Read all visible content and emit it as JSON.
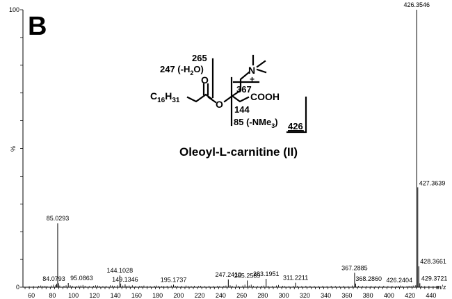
{
  "chart_data": {
    "type": "bar",
    "panel_label": "B",
    "xlabel": "m/z",
    "ylabel": "%",
    "xlim": [
      52,
      448
    ],
    "ylim": [
      0,
      100
    ],
    "x_ticks": [
      60,
      80,
      100,
      120,
      140,
      160,
      180,
      200,
      220,
      240,
      260,
      280,
      300,
      320,
      340,
      360,
      380,
      400,
      420,
      440
    ],
    "y_ticks": [
      0,
      100
    ],
    "peaks": [
      {
        "mz": 426.3546,
        "value": 100,
        "label": "426.3546"
      },
      {
        "mz": 427.3639,
        "value": 36,
        "label": "427.3639"
      },
      {
        "mz": 85.0293,
        "value": 23,
        "label": "85.0293"
      },
      {
        "mz": 367.2885,
        "value": 5.2,
        "label": "367.2885"
      },
      {
        "mz": 428.3661,
        "value": 7.5,
        "label": "428.3661"
      },
      {
        "mz": 144.1028,
        "value": 4.2,
        "label": "144.1028"
      },
      {
        "mz": 247.241,
        "value": 2.8,
        "label": "247.2410"
      },
      {
        "mz": 283.1951,
        "value": 3.0,
        "label": "283.1951"
      },
      {
        "mz": 265.2589,
        "value": 2.4,
        "label": "265.2589"
      },
      {
        "mz": 95.0863,
        "value": 1.5,
        "label": "95.0863"
      },
      {
        "mz": 84.0793,
        "value": 1.2,
        "label": "84.0793"
      },
      {
        "mz": 311.2211,
        "value": 1.6,
        "label": "311.2211"
      },
      {
        "mz": 368.286,
        "value": 1.3,
        "label": "368.2860"
      },
      {
        "mz": 149.1346,
        "value": 1.0,
        "label": "149.1346"
      },
      {
        "mz": 195.1737,
        "value": 0.9,
        "label": "195.1737"
      },
      {
        "mz": 426.2404,
        "value": 0.8,
        "label": "426.2404"
      },
      {
        "mz": 429.3721,
        "value": 1.4,
        "label": "429.3721"
      }
    ],
    "minor_peaks": [
      [
        58,
        0.3
      ],
      [
        62,
        0.4
      ],
      [
        67,
        0.5
      ],
      [
        69,
        0.6
      ],
      [
        71,
        0.4
      ],
      [
        73,
        0.5
      ],
      [
        75,
        0.4
      ],
      [
        79,
        0.6
      ],
      [
        81,
        0.9
      ],
      [
        83,
        0.8
      ],
      [
        86,
        1.4
      ],
      [
        87,
        0.6
      ],
      [
        91,
        0.5
      ],
      [
        93,
        0.7
      ],
      [
        97,
        0.7
      ],
      [
        99,
        0.5
      ],
      [
        103,
        0.4
      ],
      [
        105,
        0.6
      ],
      [
        107,
        0.6
      ],
      [
        109,
        0.8
      ],
      [
        111,
        0.5
      ],
      [
        115,
        0.4
      ],
      [
        119,
        0.5
      ],
      [
        121,
        0.7
      ],
      [
        123,
        0.6
      ],
      [
        125,
        0.4
      ],
      [
        128,
        0.4
      ],
      [
        131,
        0.5
      ],
      [
        135,
        0.7
      ],
      [
        137,
        0.6
      ],
      [
        139,
        0.4
      ],
      [
        142,
        0.7
      ],
      [
        145,
        1.3
      ],
      [
        147,
        0.6
      ],
      [
        151,
        0.5
      ],
      [
        153,
        0.6
      ],
      [
        156,
        0.7
      ],
      [
        159,
        0.4
      ],
      [
        163,
        0.5
      ],
      [
        165,
        0.4
      ],
      [
        167,
        0.6
      ],
      [
        170,
        0.5
      ],
      [
        173,
        0.4
      ],
      [
        177,
        0.5
      ],
      [
        179,
        0.6
      ],
      [
        181,
        0.5
      ],
      [
        184,
        0.4
      ],
      [
        186,
        0.4
      ],
      [
        189,
        0.5
      ],
      [
        193,
        0.6
      ],
      [
        197,
        0.4
      ],
      [
        199,
        0.4
      ],
      [
        203,
        0.5
      ],
      [
        207,
        0.6
      ],
      [
        209,
        0.4
      ],
      [
        212,
        0.4
      ],
      [
        215,
        0.5
      ],
      [
        219,
        0.4
      ],
      [
        221,
        0.5
      ],
      [
        225,
        0.4
      ],
      [
        229,
        0.5
      ],
      [
        233,
        0.4
      ],
      [
        237,
        0.5
      ],
      [
        239,
        0.4
      ],
      [
        243,
        0.5
      ],
      [
        245,
        0.6
      ],
      [
        249,
        0.7
      ],
      [
        251,
        0.5
      ],
      [
        255,
        0.9
      ],
      [
        257,
        0.5
      ],
      [
        261,
        0.6
      ],
      [
        263,
        0.9
      ],
      [
        267,
        0.6
      ],
      [
        269,
        0.9
      ],
      [
        271,
        0.5
      ],
      [
        275,
        0.4
      ],
      [
        279,
        0.5
      ],
      [
        281,
        0.6
      ],
      [
        285,
        0.5
      ],
      [
        289,
        0.4
      ],
      [
        293,
        0.6
      ],
      [
        295,
        0.8
      ],
      [
        299,
        0.5
      ],
      [
        301,
        0.4
      ],
      [
        305,
        0.4
      ],
      [
        309,
        0.5
      ],
      [
        313,
        0.5
      ],
      [
        317,
        0.4
      ],
      [
        321,
        0.5
      ],
      [
        325,
        0.5
      ],
      [
        329,
        0.4
      ],
      [
        333,
        0.4
      ],
      [
        337,
        0.5
      ],
      [
        341,
        0.4
      ],
      [
        345,
        0.5
      ],
      [
        349,
        0.4
      ],
      [
        353,
        0.4
      ],
      [
        357,
        0.5
      ],
      [
        361,
        0.4
      ],
      [
        365,
        0.6
      ],
      [
        371,
        0.5
      ],
      [
        375,
        0.4
      ],
      [
        379,
        0.4
      ],
      [
        383,
        0.5
      ],
      [
        387,
        0.4
      ],
      [
        391,
        0.4
      ],
      [
        395,
        0.5
      ],
      [
        399,
        0.4
      ],
      [
        403,
        0.5
      ],
      [
        407,
        0.4
      ],
      [
        409,
        0.5
      ],
      [
        411,
        0.6
      ],
      [
        413,
        0.4
      ],
      [
        417,
        0.4
      ],
      [
        419,
        0.5
      ],
      [
        421,
        0.4
      ],
      [
        423,
        0.6
      ],
      [
        425,
        0.7
      ],
      [
        431,
        0.5
      ],
      [
        434,
        0.4
      ],
      [
        438,
        0.5
      ],
      [
        442,
        0.4
      ],
      [
        446,
        0.3
      ]
    ]
  },
  "structure": {
    "title": "Oleoyl-L-carnitine (II)",
    "fragments": {
      "f265": "265",
      "f247_prefix": "247 (-H",
      "f247_sub": "2",
      "f247_suffix": "O)",
      "f367": "367",
      "f144": "144",
      "f85_prefix": "85 (-NMe",
      "f85_sub": "3",
      "f85_suffix": ")",
      "f426": "426"
    },
    "atoms": {
      "acyl_c": "C",
      "acyl_c_sub": "16",
      "acyl_h": "H",
      "acyl_h_sub": "31",
      "carbonyl_o": "O",
      "ester_o": "O",
      "nitrogen": "N",
      "charge": "+",
      "acid": "COOH"
    }
  }
}
